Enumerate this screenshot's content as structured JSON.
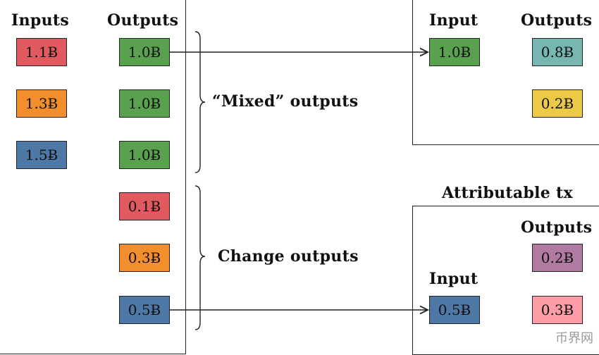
{
  "left_tx": {
    "inputs_heading": "Inputs",
    "outputs_heading": "Outputs",
    "inputs": [
      {
        "value": "1.1Ƀ",
        "color": "#e05a5f"
      },
      {
        "value": "1.3Ƀ",
        "color": "#f28e2b"
      },
      {
        "value": "1.5Ƀ",
        "color": "#4e79a7"
      }
    ],
    "outputs": [
      {
        "value": "1.0Ƀ",
        "color": "#59a14f"
      },
      {
        "value": "1.0Ƀ",
        "color": "#59a14f"
      },
      {
        "value": "1.0Ƀ",
        "color": "#59a14f"
      },
      {
        "value": "0.1Ƀ",
        "color": "#e05a5f"
      },
      {
        "value": "0.3Ƀ",
        "color": "#f28e2b"
      },
      {
        "value": "0.5Ƀ",
        "color": "#4e79a7"
      }
    ]
  },
  "braces": {
    "mixed_label": "“Mixed” outputs",
    "change_label": "Change outputs"
  },
  "top_right_tx": {
    "input_heading": "Input",
    "outputs_heading": "Outputs",
    "input": {
      "value": "1.0Ƀ",
      "color": "#59a14f"
    },
    "outputs": [
      {
        "value": "0.8Ƀ",
        "color": "#76b7b2"
      },
      {
        "value": "0.2Ƀ",
        "color": "#edc948"
      }
    ]
  },
  "bottom_right_tx": {
    "title": "Attributable tx",
    "input_heading": "Input",
    "outputs_heading": "Outputs",
    "input": {
      "value": "0.5Ƀ",
      "color": "#4e79a7"
    },
    "outputs": [
      {
        "value": "0.2Ƀ",
        "color": "#b07aa1"
      },
      {
        "value": "0.3Ƀ",
        "color": "#ff9da7"
      }
    ]
  },
  "watermark": "币界网"
}
